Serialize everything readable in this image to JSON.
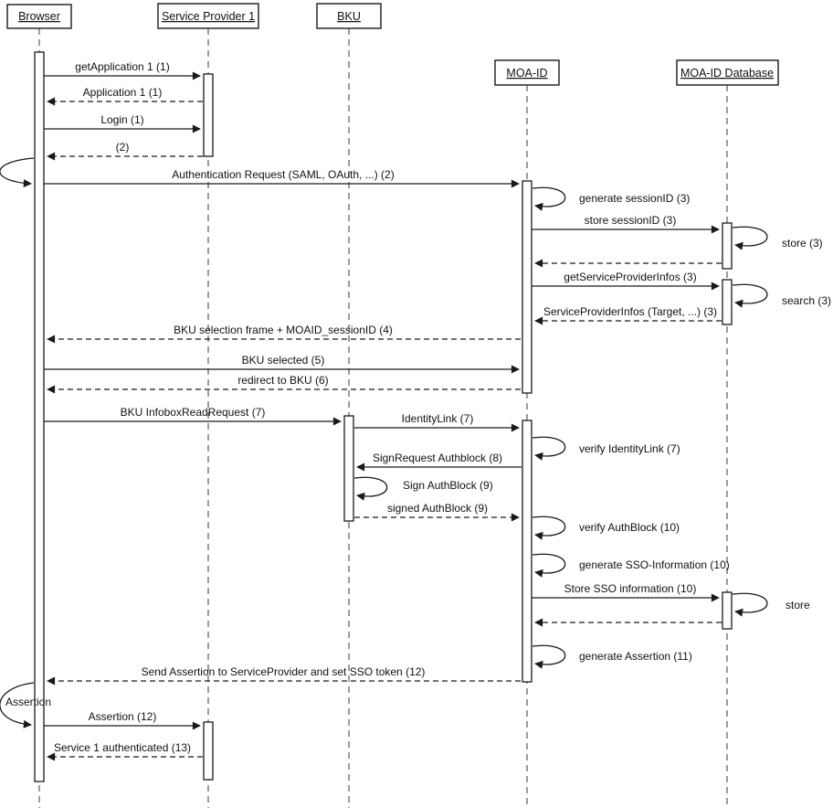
{
  "diagram_type": "uml-sequence",
  "colors": {
    "line": "#1a1a1a",
    "background": "#ffffff",
    "text": "#111111"
  },
  "actors": [
    {
      "label": "Browser"
    },
    {
      "label": "Service Provider 1"
    },
    {
      "label": "BKU"
    },
    {
      "label": "MOA-ID"
    },
    {
      "label": "MOA-ID Database"
    }
  ],
  "messages": [
    {
      "label": "getApplication 1 (1)",
      "from": "Browser",
      "to": "Service Provider 1",
      "line": "solid"
    },
    {
      "label": "Application 1 (1)",
      "from": "Service Provider 1",
      "to": "Browser",
      "line": "dashed"
    },
    {
      "label": "Login (1)",
      "from": "Browser",
      "to": "Service Provider 1",
      "line": "solid"
    },
    {
      "label": "(2)",
      "from": "Service Provider 1",
      "to": "Browser",
      "line": "dashed"
    },
    {
      "label": "Authentication Request (SAML, OAuth, ...)  (2)",
      "from": "Browser",
      "to": "MOA-ID",
      "line": "solid"
    },
    {
      "label": "generate sessionID (3)",
      "from": "MOA-ID",
      "to": "MOA-ID",
      "line": "self"
    },
    {
      "label": "store sessionID (3)",
      "from": "MOA-ID",
      "to": "MOA-ID Database",
      "line": "solid"
    },
    {
      "label": "store (3)",
      "from": "MOA-ID Database",
      "to": "MOA-ID Database",
      "line": "self"
    },
    {
      "label": "",
      "from": "MOA-ID Database",
      "to": "MOA-ID",
      "line": "dashed"
    },
    {
      "label": "getServiceProviderInfos (3)",
      "from": "MOA-ID",
      "to": "MOA-ID Database",
      "line": "solid"
    },
    {
      "label": "search (3)",
      "from": "MOA-ID Database",
      "to": "MOA-ID Database",
      "line": "self"
    },
    {
      "label": "ServiceProviderInfos (Target, ...) (3)",
      "from": "MOA-ID Database",
      "to": "MOA-ID",
      "line": "dashed"
    },
    {
      "label": "BKU selection frame + MOAID_sessionID (4)",
      "from": "MOA-ID",
      "to": "Browser",
      "line": "dashed"
    },
    {
      "label": "BKU selected (5)",
      "from": "Browser",
      "to": "MOA-ID",
      "line": "solid"
    },
    {
      "label": "redirect to BKU (6)",
      "from": "MOA-ID",
      "to": "Browser",
      "line": "dashed"
    },
    {
      "label": "BKU InfoboxReadRequest (7)",
      "from": "Browser",
      "to": "BKU",
      "line": "solid"
    },
    {
      "label": "IdentityLink (7)",
      "from": "BKU",
      "to": "MOA-ID",
      "line": "solid"
    },
    {
      "label": "verify IdentityLink (7)",
      "from": "MOA-ID",
      "to": "MOA-ID",
      "line": "self"
    },
    {
      "label": "SignRequest Authblock (8)",
      "from": "MOA-ID",
      "to": "BKU",
      "line": "solid"
    },
    {
      "label": "Sign AuthBlock (9)",
      "from": "BKU",
      "to": "BKU",
      "line": "self"
    },
    {
      "label": "signed AuthBlock (9)",
      "from": "BKU",
      "to": "MOA-ID",
      "line": "dashed"
    },
    {
      "label": "verify AuthBlock (10)",
      "from": "MOA-ID",
      "to": "MOA-ID",
      "line": "self"
    },
    {
      "label": "generate SSO-Information (10)",
      "from": "MOA-ID",
      "to": "MOA-ID",
      "line": "self"
    },
    {
      "label": "Store SSO information (10)",
      "from": "MOA-ID",
      "to": "MOA-ID Database",
      "line": "solid"
    },
    {
      "label": "store",
      "from": "MOA-ID Database",
      "to": "MOA-ID Database",
      "line": "self"
    },
    {
      "label": "",
      "from": "MOA-ID Database",
      "to": "MOA-ID",
      "line": "dashed"
    },
    {
      "label": "generate Assertion (11)",
      "from": "MOA-ID",
      "to": "MOA-ID",
      "line": "self"
    },
    {
      "label": "Send Assertion to ServiceProvider and set SSO token (12)",
      "from": "MOA-ID",
      "to": "Browser",
      "line": "dashed"
    },
    {
      "label": "Assertion",
      "from": "Browser",
      "to": "Browser",
      "line": "loop-annotation"
    },
    {
      "label": "Assertion (12)",
      "from": "Browser",
      "to": "Service Provider 1",
      "line": "solid"
    },
    {
      "label": "Service 1 authenticated (13)",
      "from": "Service Provider 1",
      "to": "Browser",
      "line": "dashed"
    }
  ]
}
